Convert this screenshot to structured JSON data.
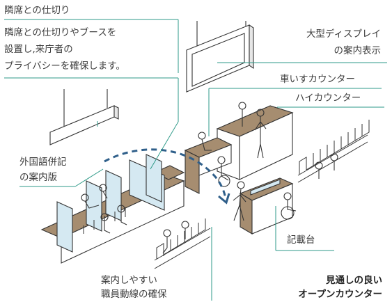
{
  "labels": {
    "partition_title": "隣席との仕切り",
    "partition_desc": [
      "隣席との仕切りやブースを",
      "設置し,来庁者の",
      "プライバシーを確保します。"
    ],
    "display": [
      "大型ディスプレイ",
      "の案内表示"
    ],
    "wheelchair_counter": "車いすカウンター",
    "high_counter": "ハイカウンター",
    "foreign_sign": [
      "外国語併記",
      "の案内版"
    ],
    "writing_desk": "記載台",
    "staff_route": [
      "案内しやすい",
      "職員動線の確保"
    ],
    "open_counter": [
      "見通しの良い",
      "オープンカウンター"
    ]
  },
  "colors": {
    "counter_top": "#a68d70",
    "panel": "#d5e9f2",
    "leader_line": "#2e9a88",
    "route_arrow": "#2f5f8a",
    "ink": "#333333"
  }
}
